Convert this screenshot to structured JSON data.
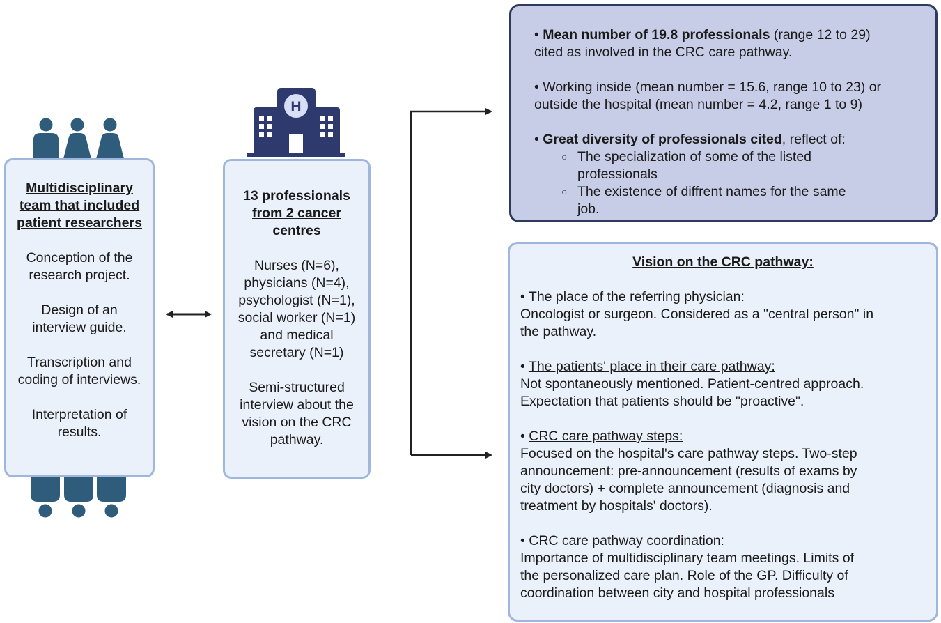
{
  "left_panel": {
    "title_lines": [
      "Multidisciplinary",
      "team that included",
      "patient researchers"
    ],
    "items": [
      [
        "Conception of the",
        "research project."
      ],
      [
        "Design of an",
        "interview guide."
      ],
      [
        "Transcription and",
        "coding of interviews."
      ],
      [
        "Interpretation of",
        "results."
      ]
    ]
  },
  "middle_panel": {
    "title_lines": [
      "13 professionals",
      "from 2 cancer",
      "centres"
    ],
    "participants_lines": [
      "Nurses (N=6),",
      "physicians (N=4),",
      "psychologist (N=1),",
      "social worker (N=1)",
      "and medical",
      "secretary (N=1)"
    ],
    "method_lines": [
      "Semi-structured",
      "interview about the",
      "vision on the CRC",
      "pathway."
    ]
  },
  "top_panel": {
    "b1_bold": "Mean number of 19.8 professionals",
    "b1_rest": " (range 12 to 29)",
    "b1_line2": "cited as involved in the CRC care pathway.",
    "b2_line1": "Working inside (mean number = 15.6, range 10 to 23) or",
    "b2_line2": "outside the hospital (mean number = 4.2, range 1 to 9)",
    "b3_bold": "Great diversity of professionals cited",
    "b3_rest": ", reflect of:",
    "sub1_line1": "The specialization of some of the listed",
    "sub1_line2": "professionals",
    "sub2_line1": "The existence of diffrent names for the same",
    "sub2_line2": "job."
  },
  "bottom_panel": {
    "title": "Vision on the CRC pathway:",
    "sections": [
      {
        "heading": "The place of the referring physician:",
        "lines": [
          "Oncologist or surgeon. Considered as a \"central person\" in",
          "the pathway."
        ]
      },
      {
        "heading": "The patients' place in their care pathway:",
        "lines": [
          "Not spontaneously mentioned. Patient-centred approach.",
          "Expectation that patients should be \"proactive\"."
        ]
      },
      {
        "heading": "CRC care pathway steps:",
        "lines": [
          "Focused on the hospital's care pathway steps. Two-step",
          "announcement: pre-announcement (results of exams by",
          "city doctors) +  complete announcement (diagnosis and",
          "treatment by hospitals' doctors)."
        ]
      },
      {
        "heading": "CRC care pathway coordination:",
        "lines": [
          "Importance of multidisciplinary team meetings. Limits of",
          "the personalized care plan.  Role of the GP.  Difficulty of",
          "coordination between city and hospital professionals"
        ]
      }
    ]
  },
  "colors": {
    "icon": "#2e5c7a",
    "hospital": "#2e3a6e",
    "box_fill": "#eaf1fb",
    "box_border": "#9fb7dc",
    "top_fill": "#c7cde6",
    "top_border": "#2e3a5e",
    "arrow": "#222222"
  },
  "icons": [
    "people-group-icon",
    "people-group-bottom-icon",
    "hospital-icon",
    "double-arrow-icon",
    "bracket-arrow-icon"
  ]
}
